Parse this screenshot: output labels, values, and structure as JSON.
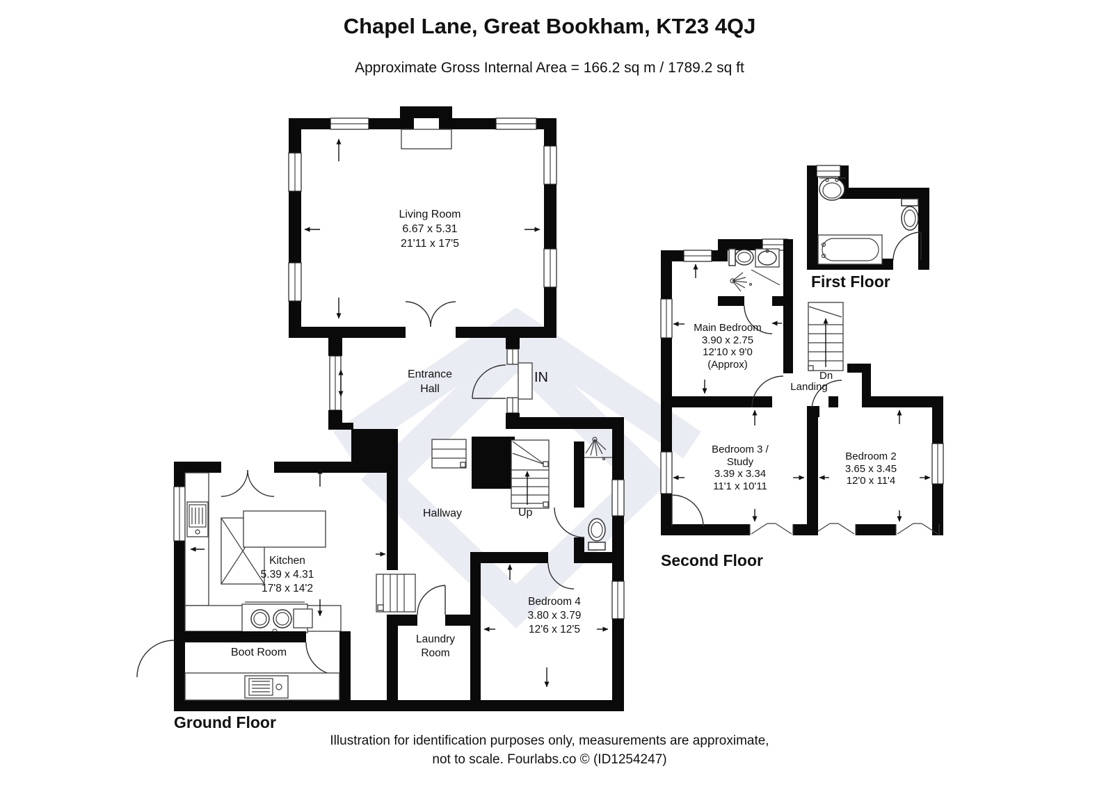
{
  "header": {
    "title": "Chapel Lane, Great Bookham, KT23 4QJ",
    "subtitle": "Approximate Gross Internal Area = 166.2 sq m / 1789.2 sq ft"
  },
  "floors": {
    "ground": "Ground Floor",
    "first": "First Floor",
    "second": "Second Floor"
  },
  "rooms": {
    "living_room": {
      "lines": [
        "Living Room",
        "6.67 x 5.31",
        "21'11 x 17'5"
      ]
    },
    "entrance_hall": {
      "lines": [
        "Entrance",
        "Hall"
      ]
    },
    "kitchen": {
      "lines": [
        "Kitchen",
        "5.39 x 4.31",
        "17'8 x 14'2"
      ]
    },
    "hallway": {
      "lines": [
        "Hallway"
      ]
    },
    "boot_room": {
      "lines": [
        "Boot Room"
      ]
    },
    "laundry_room": {
      "lines": [
        "Laundry",
        "Room"
      ]
    },
    "bedroom4": {
      "lines": [
        "Bedroom 4",
        "3.80 x 3.79",
        "12'6 x 12'5"
      ]
    },
    "main_bedroom": {
      "lines": [
        "Main Bedroom",
        "3.90 x 2.75",
        "12'10 x 9'0",
        "(Approx)"
      ]
    },
    "bedroom3": {
      "lines": [
        "Bedroom 3 /",
        "Study",
        "3.39 x 3.34",
        "11'1 x 10'11"
      ]
    },
    "bedroom2": {
      "lines": [
        "Bedroom 2",
        "3.65 x 3.45",
        "12'0 x 11'4"
      ]
    }
  },
  "annotations": {
    "entry": "IN",
    "stairs_up": "Up",
    "stairs_down": "Dn",
    "landing": "Landing"
  },
  "colors": {
    "wall": "#0a0a0a",
    "watermark": "#e9ecf2"
  },
  "footer": {
    "line1": "Illustration for identification purposes only, measurements are approximate,",
    "line2": "not to scale. Fourlabs.co © (ID1254247)"
  }
}
